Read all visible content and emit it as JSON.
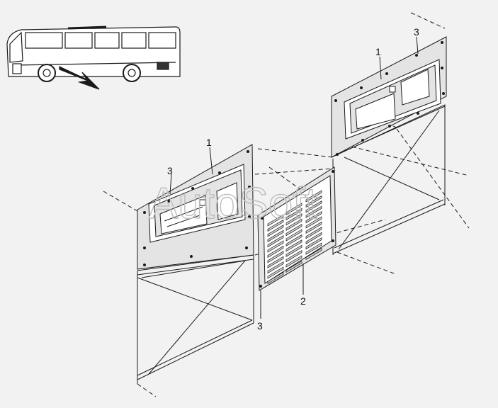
{
  "diagram": {
    "callouts": [
      {
        "id": "c1a",
        "text": "1"
      },
      {
        "id": "c3a",
        "text": "3"
      },
      {
        "id": "c1b",
        "text": "1"
      },
      {
        "id": "c3b",
        "text": "3"
      },
      {
        "id": "c2",
        "text": "2"
      },
      {
        "id": "c3c",
        "text": "3"
      }
    ],
    "watermark": "AutoSoft"
  },
  "colors": {
    "line": "#1a1a1a",
    "panel": "#e4e4e4",
    "background": "#f2f2f2",
    "watermark": "#bdbdbd"
  }
}
